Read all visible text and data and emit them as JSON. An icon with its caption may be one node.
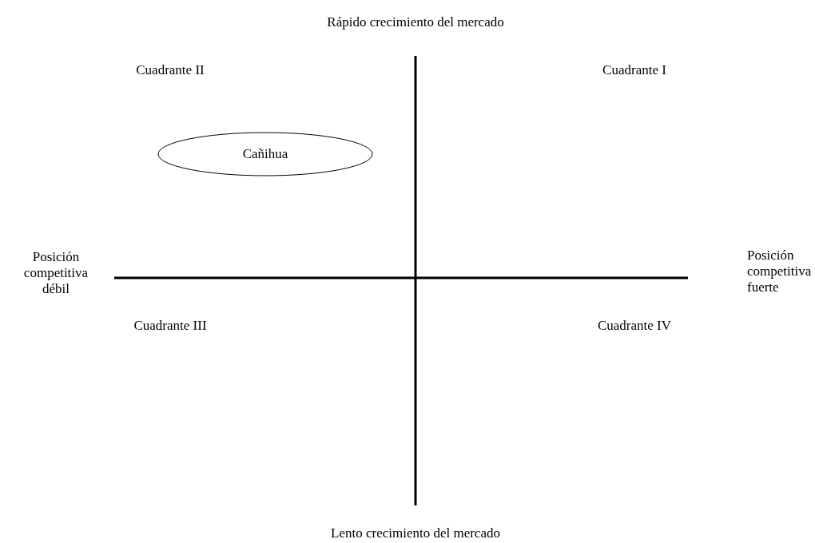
{
  "diagram": {
    "nodes": [
      {
        "text": [
          "Cañihua"
        ]
      }
    ],
    "labels": [
      "Rápido crecimiento del mercado",
      "Cuadrante II",
      "Cuadrante I",
      "Posición competitiva débil",
      "Posición competitiva fuerte",
      "Cuadrante III",
      "Cuadrante IV",
      "Lento crecimiento del mercado"
    ]
  }
}
